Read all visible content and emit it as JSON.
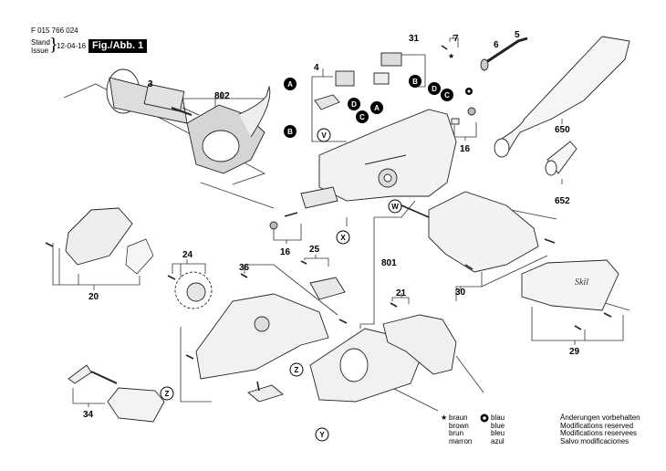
{
  "header": {
    "part_number": "F 015 766 024",
    "stand_label": "Stand",
    "issue_label": "Issue",
    "date": "12-04-16",
    "figure_label": "Fig./Abb. 1"
  },
  "part_labels": [
    "3",
    "802",
    "4",
    "31",
    "7",
    "6",
    "5",
    "650",
    "652",
    "16",
    "16",
    "20",
    "24",
    "25",
    "36",
    "801",
    "21",
    "30",
    "29",
    "34"
  ],
  "connector_callouts": {
    "filled": [
      "A",
      "B",
      "A",
      "D",
      "C",
      "B",
      "D",
      "C"
    ],
    "outlined": [
      "V",
      "W",
      "X",
      "Z",
      "Z",
      "Y"
    ]
  },
  "legend": {
    "star_symbol": "★",
    "star_colors": [
      "braun",
      "brown",
      "brun",
      "marron"
    ],
    "blue_symbol": "✪",
    "blue_colors": [
      "blau",
      "blue",
      "bleu",
      "azul"
    ],
    "notes": [
      "Änderungen vorbehalten",
      "Modifications reserved",
      "Modifications reservees",
      "Salvo modificaciones"
    ]
  },
  "colors": {
    "ink": "#000000",
    "line": "#333333",
    "part_fill": "#f2f2f2",
    "shade": "#bdbdbd"
  }
}
